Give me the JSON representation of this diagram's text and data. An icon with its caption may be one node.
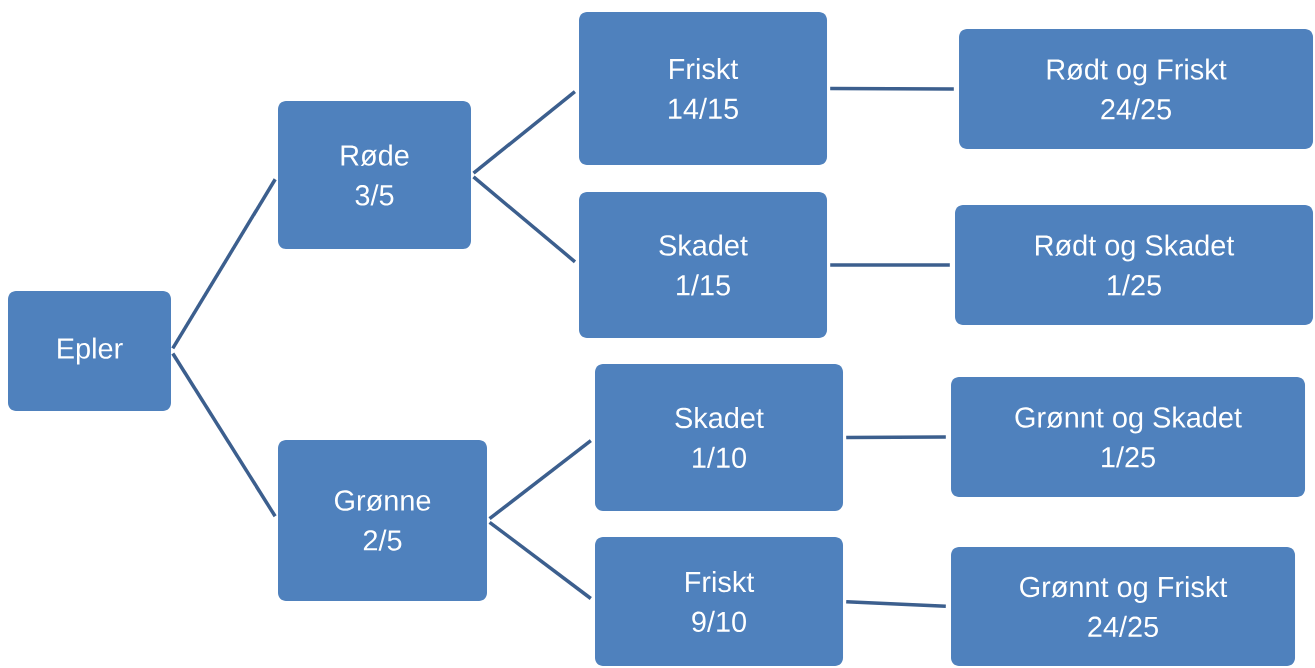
{
  "diagram": {
    "nodes": [
      {
        "text": [
          "Epler"
        ]
      },
      {
        "text": [
          "Røde",
          "3/5"
        ]
      },
      {
        "text": [
          "Grønne",
          "2/5"
        ]
      },
      {
        "text": [
          "Friskt",
          "14/15"
        ]
      },
      {
        "text": [
          "Skadet",
          "1/15"
        ]
      },
      {
        "text": [
          "Skadet",
          "1/10"
        ]
      },
      {
        "text": [
          "Friskt",
          "9/10"
        ]
      },
      {
        "text": [
          "Rødt og Friskt",
          "24/25"
        ]
      },
      {
        "text": [
          "Rødt og Skadet",
          "1/25"
        ]
      },
      {
        "text": [
          "Grønnt og Skadet",
          "1/25"
        ]
      },
      {
        "text": [
          "Grønnt og Friskt",
          "24/25"
        ]
      }
    ],
    "edges": [
      {
        "from": 0,
        "to": 1,
        "arrow": "none"
      },
      {
        "from": 0,
        "to": 2,
        "arrow": "none"
      },
      {
        "from": 1,
        "to": 3,
        "arrow": "none"
      },
      {
        "from": 1,
        "to": 4,
        "arrow": "none"
      },
      {
        "from": 2,
        "to": 5,
        "arrow": "none"
      },
      {
        "from": 2,
        "to": 6,
        "arrow": "none"
      },
      {
        "from": 3,
        "to": 7,
        "arrow": "none"
      },
      {
        "from": 4,
        "to": 8,
        "arrow": "none"
      },
      {
        "from": 5,
        "to": 9,
        "arrow": "none"
      },
      {
        "from": 6,
        "to": 10,
        "arrow": "none"
      }
    ]
  }
}
